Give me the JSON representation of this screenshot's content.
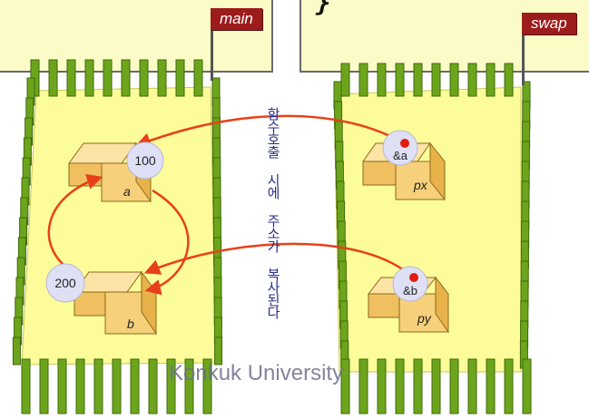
{
  "scopes": {
    "main_label": "main",
    "swap_label": "swap",
    "brace": "}"
  },
  "variables": {
    "a": {
      "name": "a",
      "value": "100"
    },
    "b": {
      "name": "b",
      "value": "200"
    },
    "px": {
      "name": "px",
      "value": "&a"
    },
    "py": {
      "name": "py",
      "value": "&b"
    }
  },
  "caption": "함수호출 시에 주소가 복사된다",
  "watermark": "Konkuk University",
  "colors": {
    "panel": "#fbfbc7",
    "area": "#fdfc9a",
    "fence": "#6ca51c",
    "fence_dark": "#3f6a0b",
    "box": "#f6d07a",
    "arrow": "#e8401a",
    "flag": "#9c1b1b",
    "bubble": "#dfe0f6"
  }
}
